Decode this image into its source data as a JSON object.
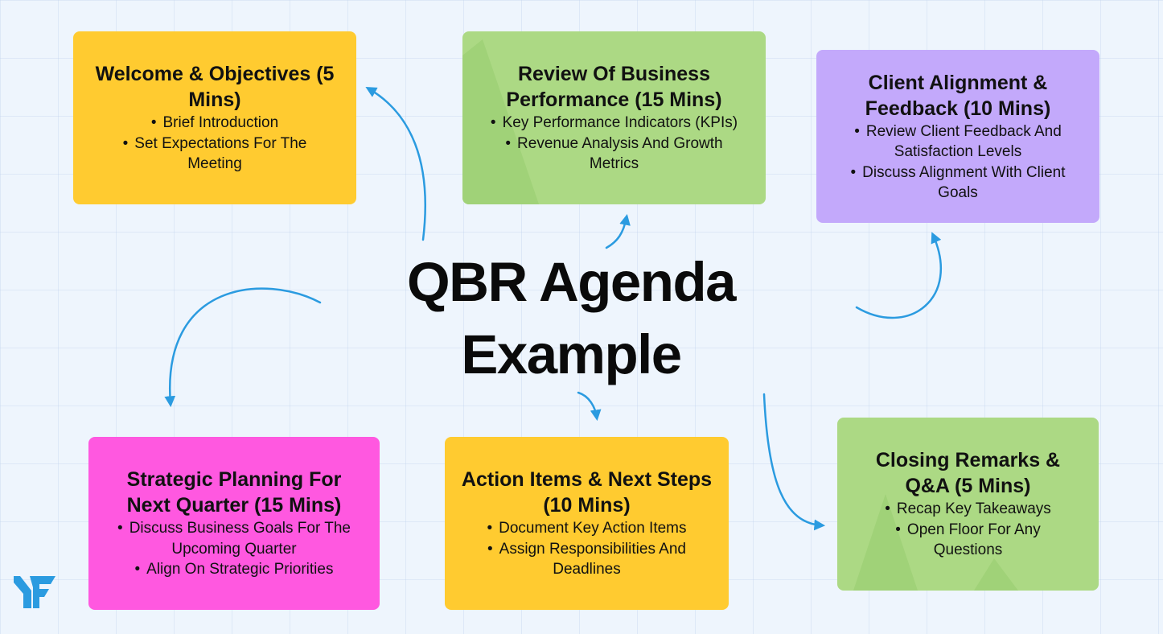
{
  "title": "QBR Agenda Example",
  "colors": {
    "yellow": "#ffcb30",
    "green": "#acd984",
    "purple": "#c3a9fb",
    "pink": "#ff58e0",
    "arrow": "#2b9be0",
    "grid_background": "#eef5fd"
  },
  "logo": {
    "icon": "brand-logo-icon",
    "color": "#2b9be0"
  },
  "cards": {
    "welcome": {
      "title": "Welcome & Objectives (5 Mins)",
      "bullets": [
        "Brief Introduction",
        "Set Expectations For The Meeting"
      ]
    },
    "review": {
      "title": "Review Of Business Performance (15 Mins)",
      "bullets": [
        "Key Performance Indicators (KPIs)",
        "Revenue Analysis And Growth Metrics"
      ]
    },
    "client": {
      "title": "Client Alignment & Feedback (10 Mins)",
      "bullets": [
        "Review Client Feedback And Satisfaction Levels",
        "Discuss Alignment With Client Goals"
      ]
    },
    "strategic": {
      "title": "Strategic Planning For Next Quarter (15 Mins)",
      "bullets": [
        "Discuss Business Goals For The Upcoming Quarter",
        "Align On Strategic Priorities"
      ]
    },
    "action": {
      "title": "Action Items & Next Steps (10 Mins)",
      "bullets": [
        "Document Key Action Items",
        "Assign Responsibilities And Deadlines"
      ]
    },
    "closing": {
      "title": "Closing Remarks & Q&A (5 Mins)",
      "bullets": [
        "Recap Key Takeaways",
        "Open Floor For Any Questions"
      ]
    }
  }
}
